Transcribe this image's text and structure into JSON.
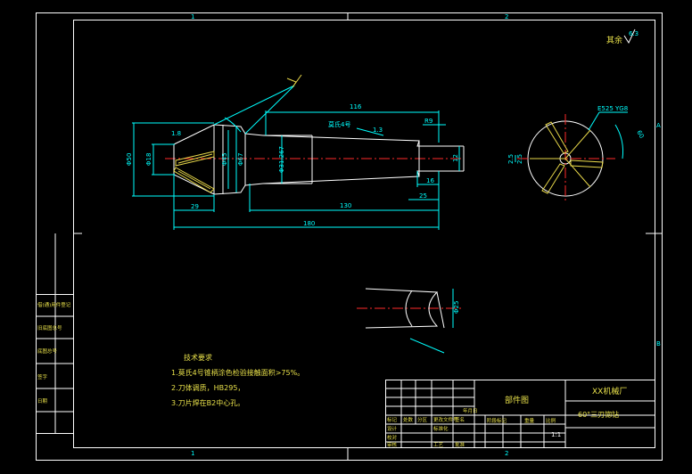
{
  "border": {
    "top_zones": [
      "1",
      "2"
    ],
    "bottom_zones": [
      "1",
      "2"
    ],
    "right_zones": [
      "A",
      "B"
    ]
  },
  "roughness_note": {
    "text": "其余",
    "value": "6.3"
  },
  "shaft_view": {
    "dims": {
      "d116": "116",
      "r9": "R9",
      "d1_8": "1.8",
      "d1_3": "1.3",
      "dphi50": "Φ50",
      "dphi18": "Φ18",
      "dphi45": "Φ45",
      "dphi67": "Φ67",
      "dphi31": "Φ31.267",
      "d12": "12",
      "d16": "16",
      "d25": "25",
      "d29": "29",
      "d130": "130",
      "d180": "180",
      "taper": "莫氏4号"
    }
  },
  "end_view": {
    "label": "E525 YG8",
    "d2_5": "2.5",
    "d2_5b": "2.5",
    "d60": "60"
  },
  "section_view": {
    "dphi25": "Φ25"
  },
  "tech_req": {
    "title": "技术要求",
    "lines": [
      "1.莫氏4号锥柄涂色检验接触面积>75%。",
      "2.刀体调质，HB295，",
      "3.刀片焊在B2中心孔。"
    ]
  },
  "left_strip": [
    "借(通)用件登记",
    "旧底图总号",
    "底图总号",
    "签字",
    "日期"
  ],
  "title_block": {
    "drawing_name": "部件图",
    "factory": "XX机械厂",
    "part_name": "60°三刃锪钻",
    "scale": "1:1",
    "row_labels": [
      "设计",
      "校对",
      "审核"
    ],
    "col_labels": [
      "标记",
      "处数",
      "分区",
      "更改文件号",
      "签名",
      "年月日"
    ],
    "stage_labels": [
      "阶段标记",
      "重量",
      "比例"
    ],
    "misc": [
      "标准化",
      "工艺",
      "批准"
    ]
  }
}
